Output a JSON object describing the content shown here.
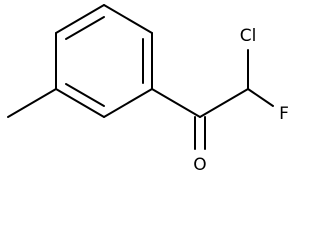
{
  "molecule": {
    "atoms": {
      "chlorine": "Cl",
      "fluorine": "F",
      "oxygen": "O"
    },
    "line_color": "#000000",
    "background_color": "#ffffff"
  }
}
